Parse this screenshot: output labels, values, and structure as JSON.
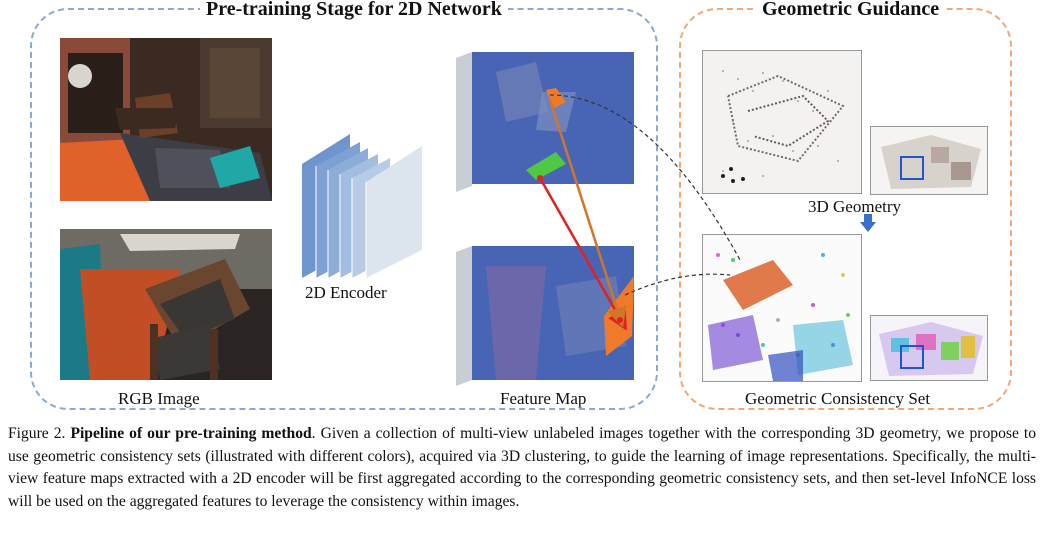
{
  "pretraining_title": "Pre-training Stage for 2D Network",
  "guidance_title": "Geometric Guidance",
  "labels": {
    "rgb_image": "RGB Image",
    "encoder": "2D Encoder",
    "feature_map": "Feature Map",
    "geometry": "3D Geometry",
    "consistency_set": "Geometric Consistency Set"
  },
  "caption": {
    "figure_label": "Figure 2.",
    "bold_title": "Pipeline of our pre-training method",
    "body": ". Given a collection of multi-view unlabeled images together with the corresponding 3D geometry, we propose to use geometric consistency sets (illustrated with different colors), acquired via 3D clustering, to guide the learning of image representations. Specifically, the multi-view feature maps extracted with a 2D encoder will be first aggregated according to the corresponding geometric consistency sets, and then set-level InfoNCE loss will be used on the aggregated features to leverage the consistency within images."
  },
  "colors": {
    "blue_border": "#8aa9d6",
    "orange_border": "#f2a774",
    "feature_overlay": "#3a5fbf",
    "red_arrow": "#e0221f",
    "orange_arrow": "#d0752a"
  }
}
